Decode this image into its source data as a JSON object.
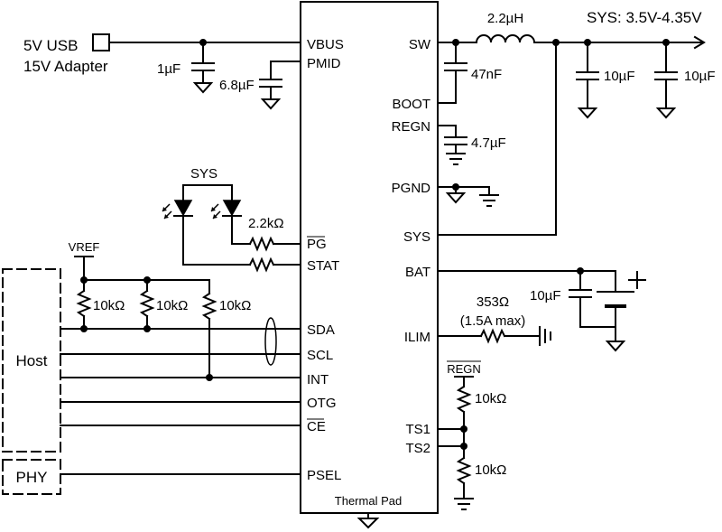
{
  "input": {
    "line1": "5V USB",
    "line2": "15V Adapter"
  },
  "ic": {
    "pins_left": {
      "vbus": "VBUS",
      "pmid": "PMID",
      "pg": "PG",
      "stat": "STAT",
      "sda": "SDA",
      "scl": "SCL",
      "int": "INT",
      "otg": "OTG",
      "ce": "CE",
      "psel": "PSEL"
    },
    "pins_right": {
      "sw": "SW",
      "boot": "BOOT",
      "regn": "REGN",
      "pgnd": "PGND",
      "sys": "SYS",
      "bat": "BAT",
      "ilim": "ILIM",
      "ts1": "TS1",
      "ts2": "TS2"
    },
    "thermal_pad": "Thermal Pad"
  },
  "components": {
    "c_vbus": "1µF",
    "c_pmid": "6.8µF",
    "r_pg": "2.2kΩ",
    "r_pullup1": "10kΩ",
    "r_pullup2": "10kΩ",
    "r_pullup3": "10kΩ",
    "inductor": "2.2µH",
    "c_boot": "47nF",
    "c_regn": "4.7µF",
    "c_sys1": "10µF",
    "c_sys2": "10µF",
    "c_bat": "10µF",
    "r_ilim": "353Ω",
    "r_ilim_note": "(1.5A max)",
    "r_ts_top": "10kΩ",
    "r_ts_bot": "10kΩ"
  },
  "nets": {
    "sys_output": "SYS: 3.5V-4.35V",
    "sys_led": "SYS",
    "vref": "VREF",
    "regn_ts": "REGN"
  },
  "blocks": {
    "host": "Host",
    "phy": "PHY"
  }
}
